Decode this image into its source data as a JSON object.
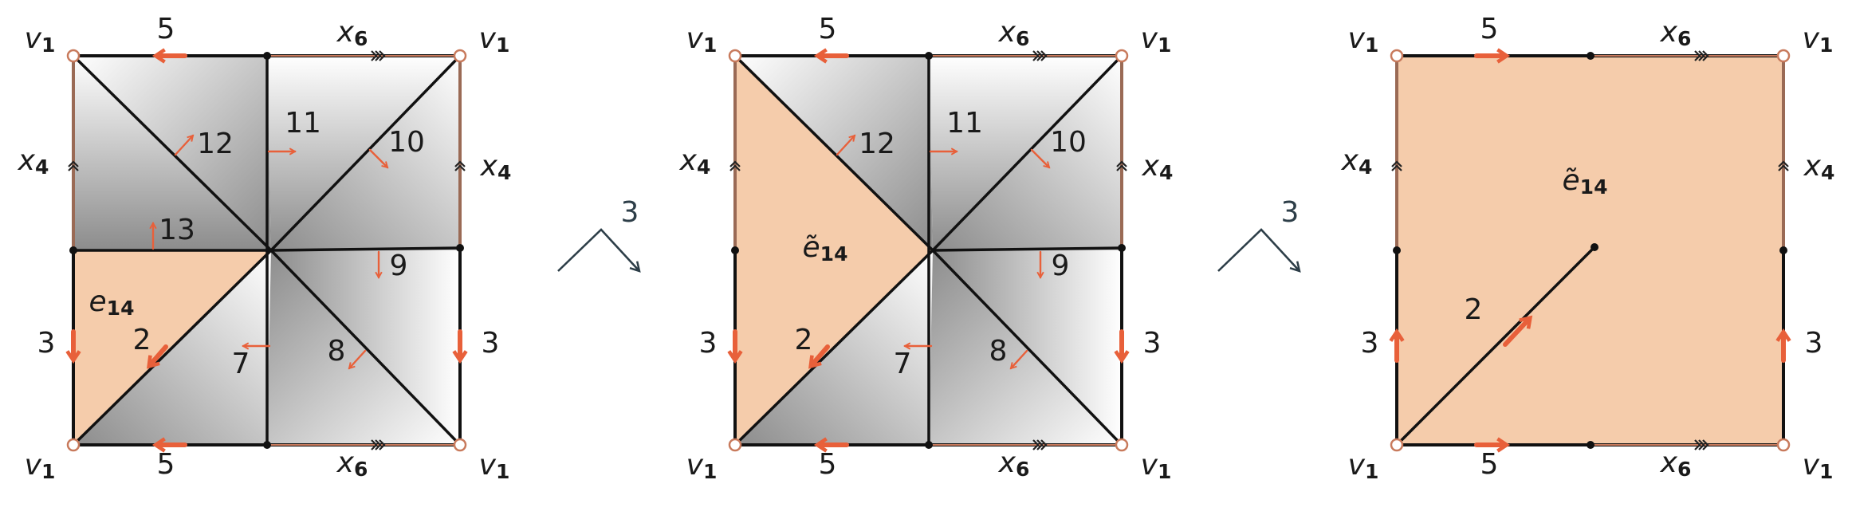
{
  "diagram": {
    "colors": {
      "accent": "#e8603a",
      "fill": "#f5ccab",
      "outline": "#111111",
      "connector": "#2d3e48"
    },
    "vertex": {
      "base": "v",
      "sub": "1"
    },
    "side_x4": {
      "base": "x",
      "sub": "4"
    },
    "side_x6": {
      "base": "x",
      "sub": "6"
    },
    "edge_5": "5",
    "edge_3": "3",
    "panel1": {
      "triangles": [
        "12",
        "11",
        "10",
        "13",
        "9",
        "2",
        "7",
        "8"
      ],
      "region": {
        "base": "e",
        "sub": "14"
      }
    },
    "panel2": {
      "triangles": [
        "12",
        "11",
        "10",
        "9",
        "2",
        "7",
        "8"
      ],
      "region": {
        "base": "ẽ",
        "sub": "14"
      }
    },
    "panel3": {
      "region": {
        "base": "ẽ",
        "sub": "14"
      },
      "inner_edge": "2"
    },
    "steps": [
      "3",
      "3"
    ]
  }
}
